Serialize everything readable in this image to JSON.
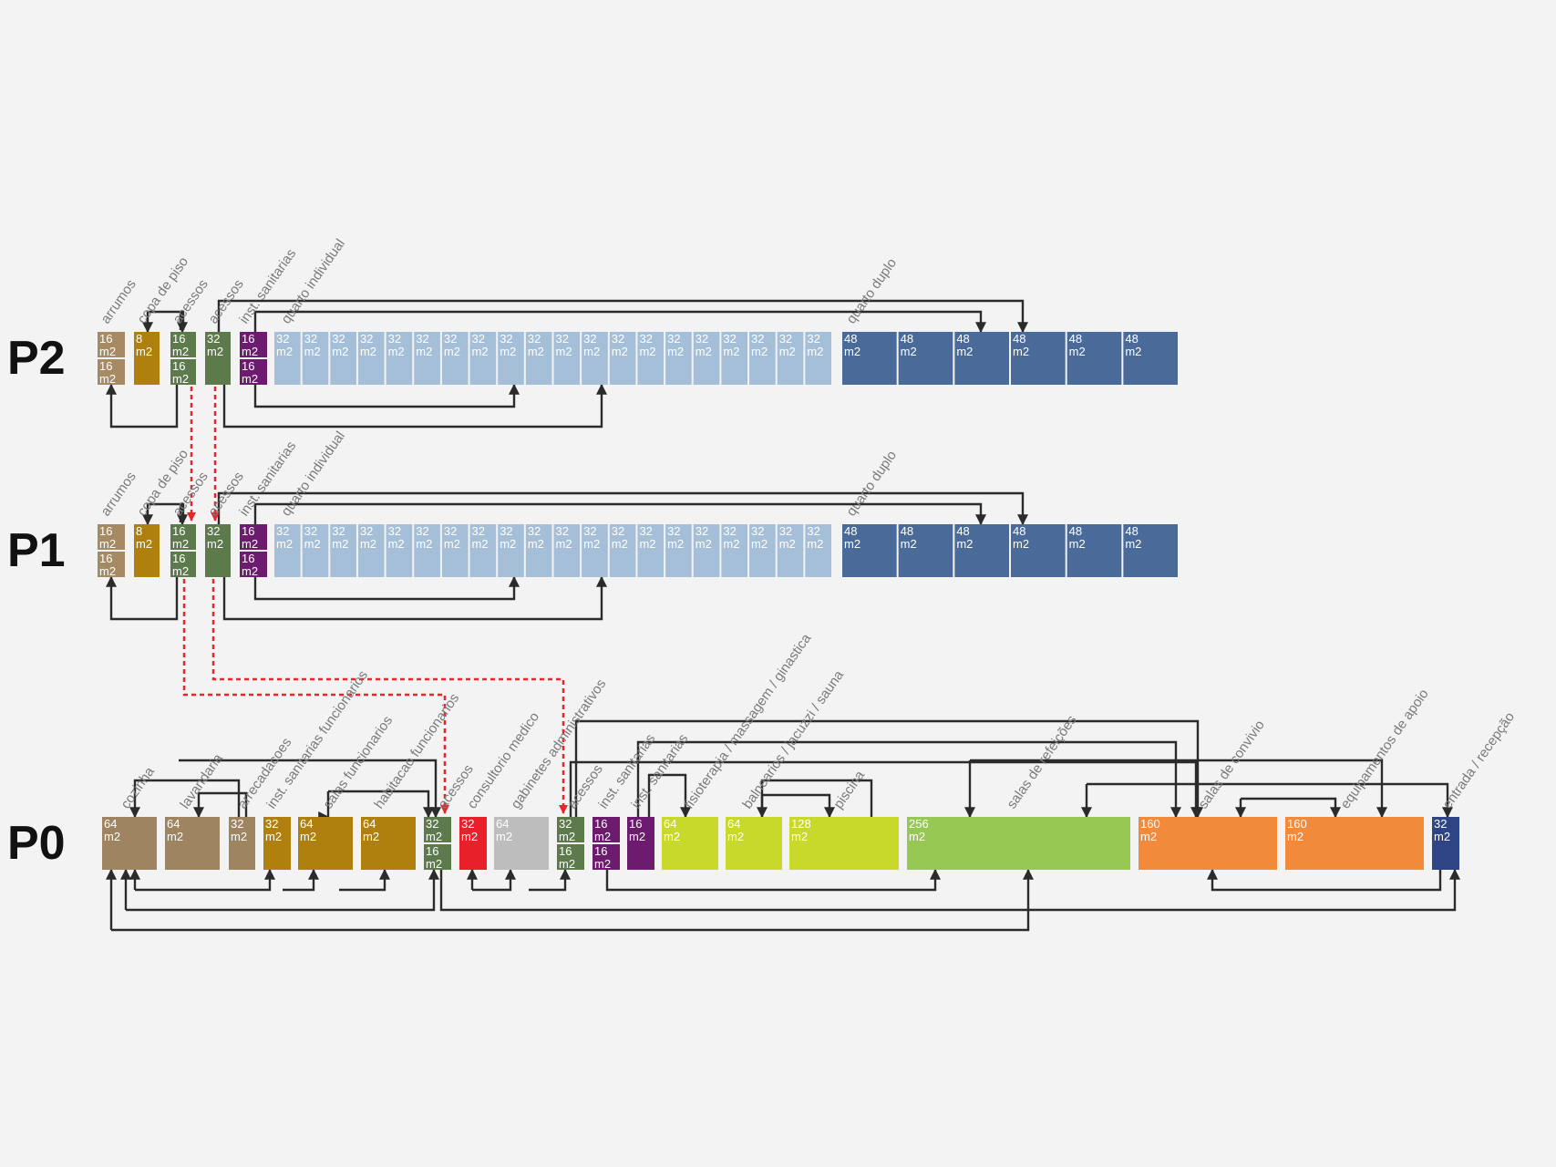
{
  "unit": "m2",
  "colors": {
    "background": "#f3f3f3",
    "connector": "#2b2b2b",
    "vertical_link": "#e8252a",
    "label_text": "#7a7a7a",
    "box_text": "#ffffff",
    "floor_text": "#111111"
  },
  "floors": [
    {
      "id": "P2",
      "label": "P2",
      "labels": [
        "arrumos",
        "copa de piso",
        "acessos",
        "acessos",
        "inst. sanitarias",
        "quarto individual",
        "quarto duplo"
      ],
      "spaces": [
        {
          "kind": "stack",
          "color": "#a68a64",
          "values": [
            "16",
            "16"
          ]
        },
        {
          "kind": "box",
          "color": "#b0800f",
          "value": "8"
        },
        {
          "kind": "stack",
          "color": "#5d7a4c",
          "values": [
            "16",
            "16"
          ]
        },
        {
          "kind": "box",
          "color": "#5d7a4c",
          "value": "32"
        },
        {
          "kind": "stack",
          "color": "#6d1b6e",
          "values": [
            "16",
            "16"
          ]
        },
        {
          "kind": "repeat",
          "color": "#a6bfd8",
          "value": "32",
          "count": 20
        },
        {
          "kind": "repeat",
          "color": "#4a6a99",
          "value": "48",
          "count": 6
        }
      ]
    },
    {
      "id": "P1",
      "label": "P1",
      "labels": [
        "arrumos",
        "copa de piso",
        "acessos",
        "acessos",
        "inst. sanitarias",
        "quarto individual",
        "quarto duplo"
      ],
      "spaces": [
        {
          "kind": "stack",
          "color": "#a68a64",
          "values": [
            "16",
            "16"
          ]
        },
        {
          "kind": "box",
          "color": "#b0800f",
          "value": "8"
        },
        {
          "kind": "stack",
          "color": "#5d7a4c",
          "values": [
            "16",
            "16"
          ]
        },
        {
          "kind": "box",
          "color": "#5d7a4c",
          "value": "32"
        },
        {
          "kind": "stack",
          "color": "#6d1b6e",
          "values": [
            "16",
            "16"
          ]
        },
        {
          "kind": "repeat",
          "color": "#a6bfd8",
          "value": "32",
          "count": 20
        },
        {
          "kind": "repeat",
          "color": "#4a6a99",
          "value": "48",
          "count": 6
        }
      ]
    },
    {
      "id": "P0",
      "label": "P0",
      "labels": [
        "cozinha",
        "lavandaria",
        "arrecadacoes",
        "inst. sanitarias funcionarios",
        "salas funcionarios",
        "habitacao funcionarios",
        "acessos",
        "consultorio medico",
        "gabinetes administrativos",
        "acessos",
        "inst. sanitarias",
        "inst. sanitarias",
        "fisioterapia / massagem / ginastica",
        "balnearios / jacuzzi / sauna",
        "piscina",
        "salas de refeições",
        "salas de convivio",
        "equipamentos de apoio",
        "entrada / recepção"
      ],
      "spaces": [
        {
          "kind": "box",
          "color": "#9e8460",
          "value": "64"
        },
        {
          "kind": "box",
          "color": "#9e8460",
          "value": "64"
        },
        {
          "kind": "box",
          "color": "#9e8460",
          "value": "32"
        },
        {
          "kind": "box",
          "color": "#b0800f",
          "value": "32"
        },
        {
          "kind": "box",
          "color": "#b0800f",
          "value": "64"
        },
        {
          "kind": "box",
          "color": "#b0800f",
          "value": "64"
        },
        {
          "kind": "stack",
          "color": "#5d7a4c",
          "values": [
            "32",
            "16"
          ]
        },
        {
          "kind": "box",
          "color": "#e8202a",
          "value": "32"
        },
        {
          "kind": "box",
          "color": "#bdbdbd",
          "value": "64"
        },
        {
          "kind": "stack",
          "color": "#5d7a4c",
          "values": [
            "32",
            "16"
          ]
        },
        {
          "kind": "stack",
          "color": "#6d1b6e",
          "values": [
            "16",
            "16"
          ]
        },
        {
          "kind": "box",
          "color": "#6d1b6e",
          "value": "16"
        },
        {
          "kind": "box",
          "color": "#c8d92c",
          "value": "64"
        },
        {
          "kind": "box",
          "color": "#c8d92c",
          "value": "64"
        },
        {
          "kind": "box",
          "color": "#c8d92c",
          "value": "128"
        },
        {
          "kind": "box",
          "color": "#97c853",
          "value": "256"
        },
        {
          "kind": "box",
          "color": "#f28a3c",
          "value": "160"
        },
        {
          "kind": "box",
          "color": "#f28a3c",
          "value": "160"
        },
        {
          "kind": "box",
          "color": "#2f4484",
          "value": "32"
        }
      ]
    }
  ]
}
